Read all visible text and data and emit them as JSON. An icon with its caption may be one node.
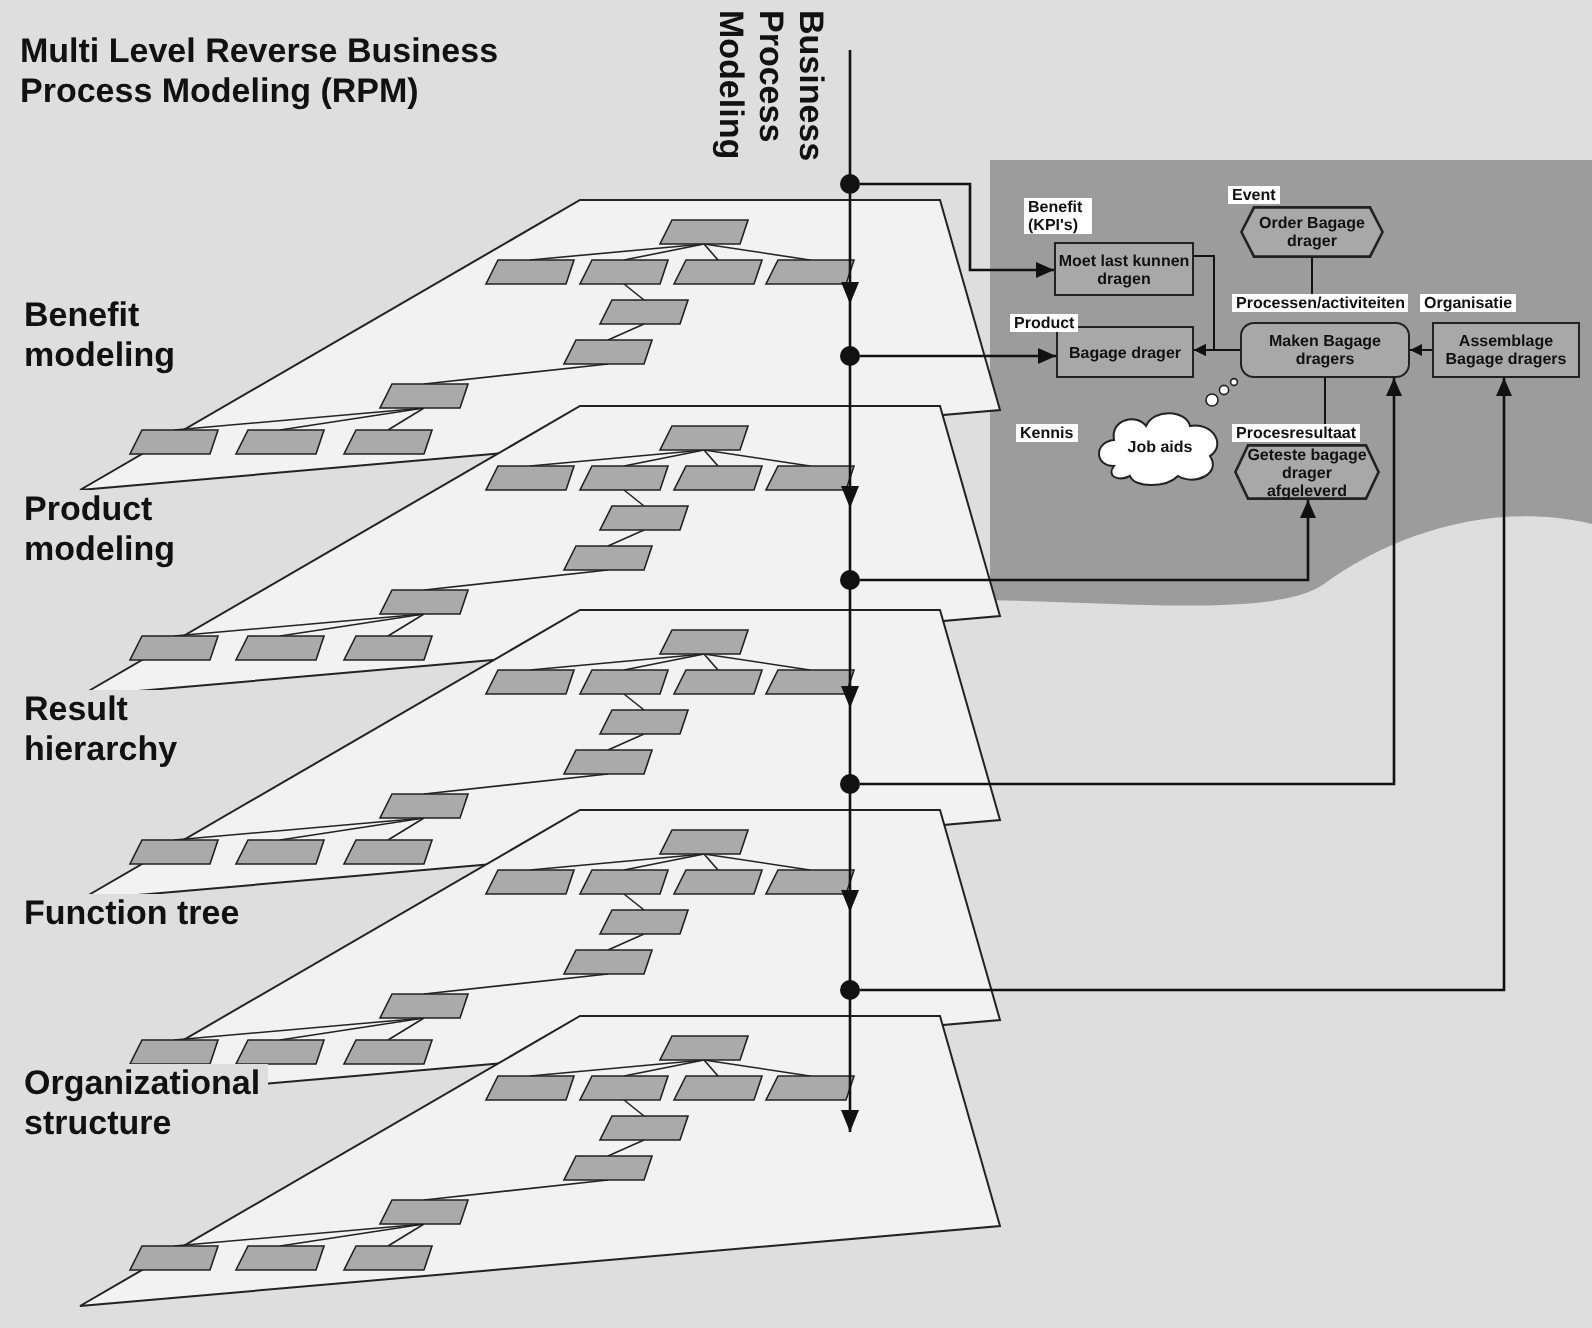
{
  "diagram": {
    "title": "Multi Level Reverse Business Process Modeling (RPM)",
    "nodes": [
      {
        "text": [
          "Event",
          "Order Bagage drager"
        ]
      },
      {
        "text": [
          "Benefit (KPI's)",
          "Moet last kunnen dragen"
        ]
      },
      {
        "text": [
          "Product",
          "Bagage drager"
        ]
      },
      {
        "text": [
          "Processen/activiteiten",
          "Maken Bagage dragers"
        ]
      },
      {
        "text": [
          "Organisatie",
          "Assemblage Bagage dragers"
        ]
      },
      {
        "text": [
          "Kennis",
          "Job aids"
        ]
      },
      {
        "text": [
          "Procesresultaat",
          "Geteste bagage drager afgeleverd"
        ]
      },
      {
        "text": [],
        "shape": "circle"
      },
      {
        "text": [],
        "shape": "circle"
      },
      {
        "text": [],
        "shape": "circle"
      },
      {
        "text": [],
        "shape": "circle"
      },
      {
        "text": [],
        "shape": "circle"
      }
    ],
    "edges": [
      {
        "from": 7,
        "to": 1,
        "arrow": "to"
      },
      {
        "from": 8,
        "to": 2,
        "arrow": "to"
      },
      {
        "from": 9,
        "to": 6,
        "arrow": "to"
      },
      {
        "from": 10,
        "to": 3,
        "arrow": "to"
      },
      {
        "from": 11,
        "to": 4,
        "arrow": "to"
      },
      {
        "from": 0,
        "to": 3,
        "arrow": "none"
      },
      {
        "from": 3,
        "to": 2,
        "arrow": "to"
      },
      {
        "from": 1,
        "to": 2,
        "arrow": "to"
      },
      {
        "from": 4,
        "to": 3,
        "arrow": "to"
      },
      {
        "from": 3,
        "to": 6,
        "arrow": "none"
      }
    ],
    "labels": [
      "Business Process Modeling",
      "Benefit modeling",
      "Product modeling",
      "Result hierarchy",
      "Function tree",
      "Organizational structure"
    ]
  }
}
